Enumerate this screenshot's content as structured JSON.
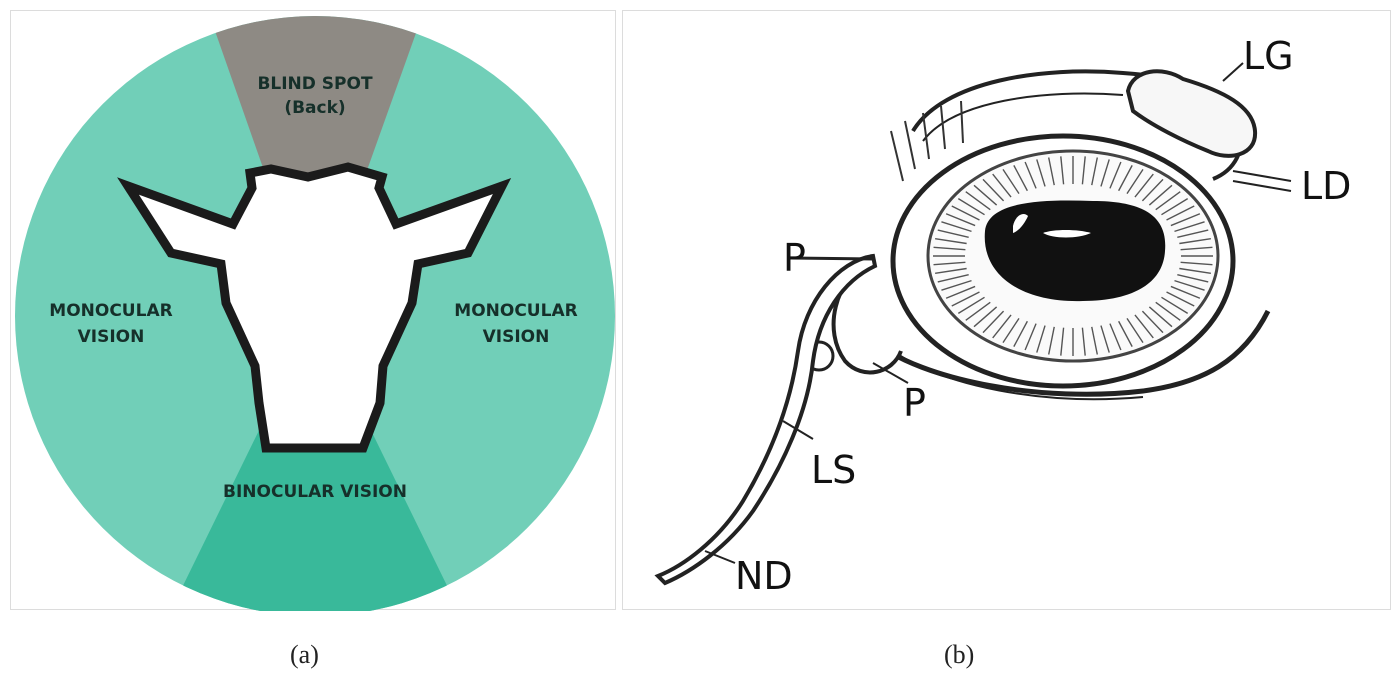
{
  "panel_a": {
    "zones": {
      "blind_spot_line1": "BLIND SPOT",
      "blind_spot_line2": "(Back)",
      "monocular_left_line1": "MONOCULAR",
      "monocular_left_line2": "VISION",
      "monocular_right_line1": "MONOCULAR",
      "monocular_right_line2": "VISION",
      "binocular": "BINOCULAR VISION"
    },
    "colors": {
      "monocular": "#71cfb8",
      "binocular": "#39b99a",
      "blind_spot": "#8e8a84",
      "outline": "#1b1b1b"
    },
    "icons": [
      "cow-head-icon"
    ],
    "caption": "(a)"
  },
  "panel_b": {
    "labels": {
      "lg": "LG",
      "ld": "LD",
      "p_upper": "P",
      "p_lower": "P",
      "ls": "LS",
      "nd": "ND"
    },
    "icons": [
      "eye-anatomy-drawing"
    ],
    "caption": "(b)"
  }
}
